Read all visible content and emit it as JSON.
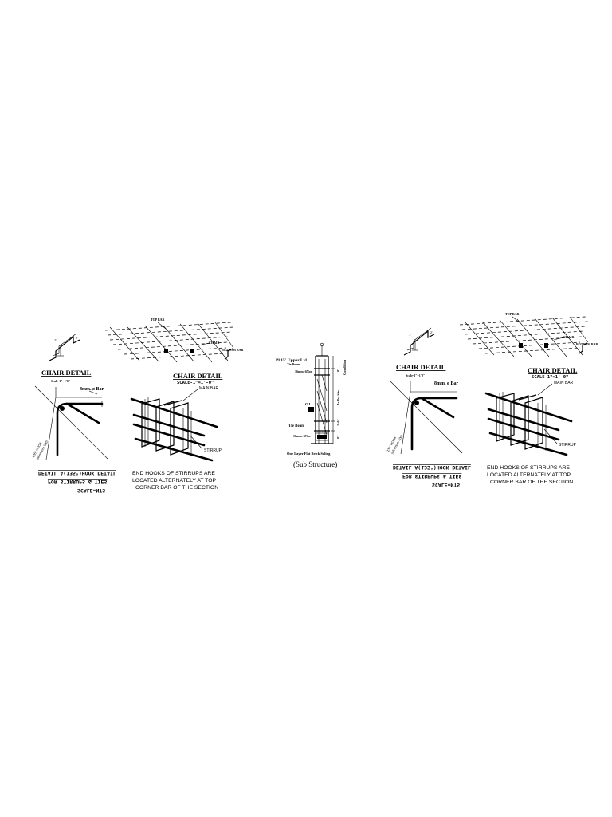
{
  "left_sheet": {
    "chair_small_title": "CHAIR DETAIL",
    "chair_small_scale": "Scale-1\"=1'0\"",
    "mesh_top_bar": "TOP BAR",
    "mesh_chair": "CHAIR",
    "mesh_bottom_bar": "BOTTOM BAR",
    "chair_big_title": "CHAIR DETAIL",
    "chair_big_scale": "SCALE-1\"=1'-0\"",
    "bar_label": "8mm. ø Bar",
    "hook_note_1": "135° HOOK",
    "hook_note_2": "(Minimum 10d)",
    "hook_title_1": "DETAIL A(135°)HOOK DETAIL",
    "hook_title_2": "FOR STIRRUPS & TIES",
    "hook_title_3": "SCALE=NTS",
    "main_bar": "MAIN BAR",
    "stirrup": "STIRRUP",
    "end_hooks_note": [
      "END HOOKS OF STIRRUPS ARE",
      "LOCATED ALTERNATELY AT TOP",
      "CORNER BAR OF THE SECTION"
    ]
  },
  "center_section": {
    "plinth_label": "Pl.15' Upper Lvl",
    "tie_beam_top": "Tie Beam",
    "bar_note_top": "16mm×6Nos",
    "ground_level": "G.L",
    "tie_beam_label": "Tie Beam",
    "bar_note_bottom": "16mm×6Nos",
    "soling_note": "One Layer Flat Brick Soling",
    "title": "(Sub Structure)",
    "height_right": "Condition",
    "dim_1": "8\"",
    "dim_2": "As Per Site",
    "dim_3": "2'-0\"",
    "dim_4": "8\""
  },
  "right_sheet": {
    "chair_small_title": "CHAIR DETAIL",
    "chair_small_scale": "Scale-1\"=1'0\"",
    "mesh_top_bar": "TOP BAR",
    "mesh_chair": "CHAIR",
    "mesh_bottom_bar": "BOTTOM BAR",
    "chair_big_title": "CHAIR DETAIL",
    "chair_big_scale": "SCALE-1\"=1'-0\"",
    "bar_label": "8mm. ø Bar",
    "hook_note_1": "135° HOOK",
    "hook_note_2": "(Minimum 10d)",
    "hook_title_1": "DETAIL A(135°)HOOK DETAIL",
    "hook_title_2": "FOR STIRRUPS & TIES",
    "hook_title_3": "SCALE=NTS",
    "main_bar": "MAIN BAR",
    "stirrup": "STIRRUP",
    "end_hooks_note": [
      "END HOOKS OF STIRRUPS ARE",
      "LOCATED ALTERNATELY AT TOP",
      "CORNER BAR OF THE SECTION"
    ]
  }
}
